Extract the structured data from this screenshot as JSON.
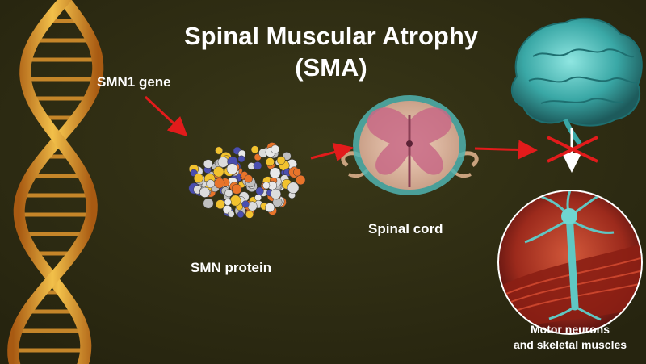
{
  "title": {
    "line1": "Spinal Muscular Atrophy",
    "line2": "(SMA)"
  },
  "labels": {
    "gene": "SMN1 gene",
    "protein": "SMN protein",
    "spinal_cord": "Spinal cord",
    "motor_line1": "Motor neurons",
    "motor_line2": "and skeletal muscles"
  },
  "colors": {
    "background": "#2f2d14",
    "arrow": "#e21b1b",
    "blocked_cross": "#e21b1b",
    "signal_arrow": "#ffffff",
    "dna": "#d9902a",
    "brain": "#3fb6b3"
  },
  "icons": {
    "dna": "dna-helix-icon",
    "protein": "protein-molecule-icon",
    "spinal_cord": "spinal-cord-cross-section-icon",
    "brain": "brain-icon",
    "neuron": "motor-neuron-icon",
    "blocked": "red-x-blocked-icon"
  }
}
